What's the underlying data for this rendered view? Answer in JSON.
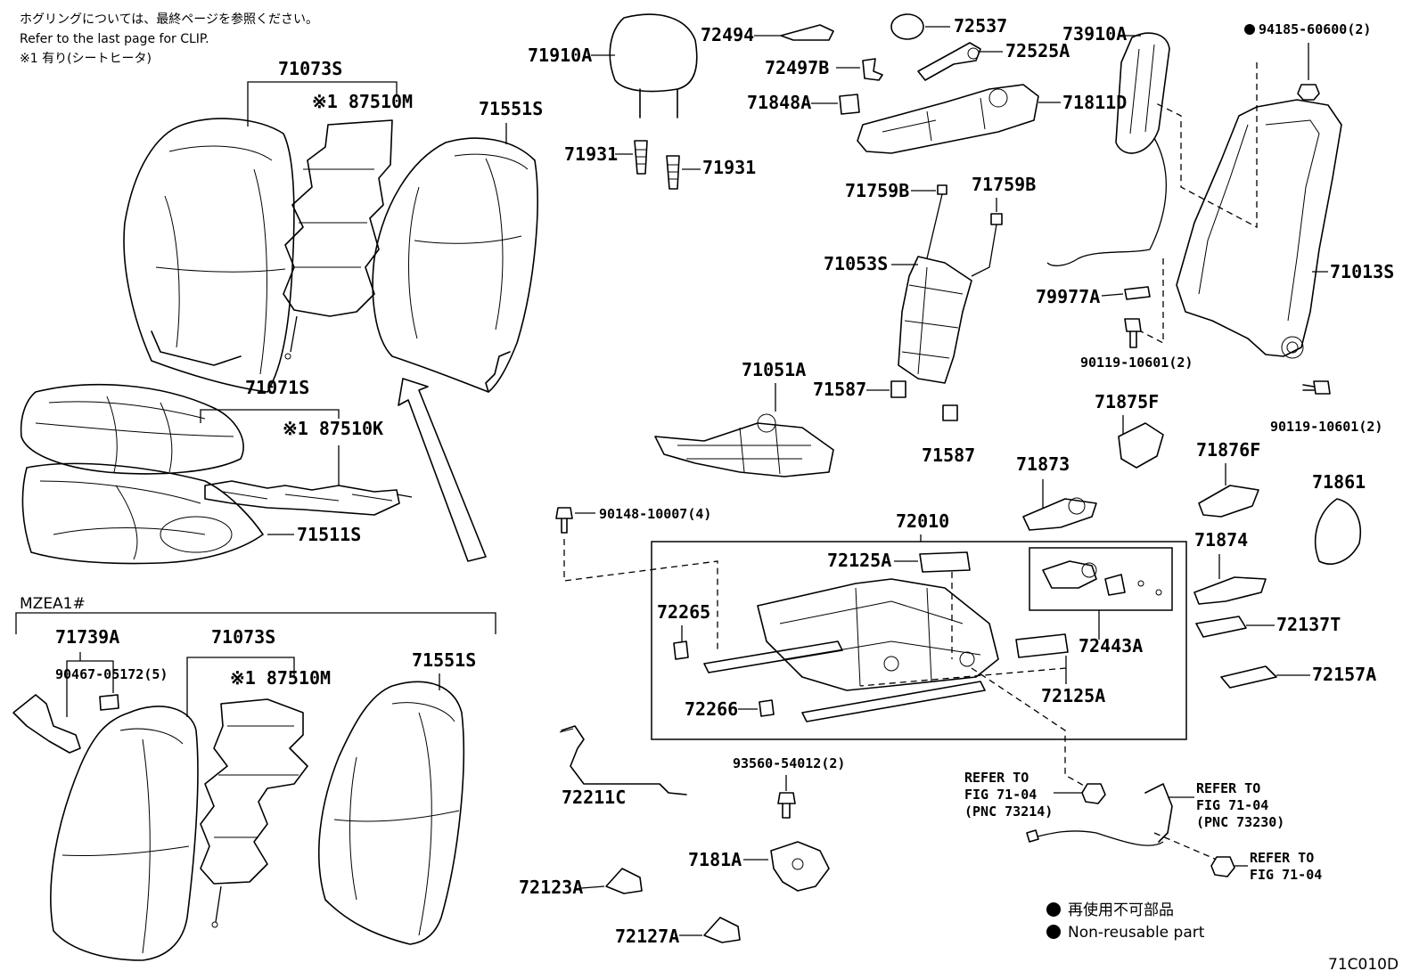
{
  "diagram_id": "71C010D",
  "notes": {
    "clip_note_jp": "ホグリングについては、最終ページを参照ください。",
    "clip_note_en": "Refer to the last page for CLIP.",
    "footnote_1": "※1 有り(シートヒータ)"
  },
  "variant_label": "MZEA1#",
  "legend": {
    "non_reusable_jp": "再使用不可部品",
    "non_reusable_en": "Non-reusable part"
  },
  "labels": {
    "p71073S_top": "71073S",
    "p87510M_top": "※1 87510M",
    "p71551S_top": "71551S",
    "p71071S": "71071S",
    "p87510K": "※1 87510K",
    "p71511S": "71511S",
    "p71739A": "71739A",
    "p90467": "90467-05172(5)",
    "p71073S_bot": "71073S",
    "p87510M_bot": "※1 87510M",
    "p71551S_bot": "71551S",
    "p71910A": "71910A",
    "p71931a": "71931",
    "p71931b": "71931",
    "p72494": "72494",
    "p72537": "72537",
    "p72497B": "72497B",
    "p72525A": "72525A",
    "p71848A": "71848A",
    "p71811D": "71811D",
    "p73910A": "73910A",
    "p94185": "94185-60600(2)",
    "p71759Ba": "71759B",
    "p71759Bb": "71759B",
    "p71053S": "71053S",
    "p71013S": "71013S",
    "p79977A": "79977A",
    "p90119a": "90119-10601(2)",
    "p90119b": "90119-10601(2)",
    "p71051A": "71051A",
    "p71587a": "71587",
    "p71587b": "71587",
    "p71875F": "71875F",
    "p71873": "71873",
    "p71876F": "71876F",
    "p71861": "71861",
    "p90148": "90148-10007(4)",
    "p72010": "72010",
    "p72125Aa": "72125A",
    "p72265": "72265",
    "p72443A": "72443A",
    "p72125Ab": "72125A",
    "p72266": "72266",
    "p71874": "71874",
    "p72137T": "72137T",
    "p72157A": "72157A",
    "p72211C": "72211C",
    "p93560": "93560-54012(2)",
    "p7181A": "7181A",
    "p72123A": "72123A",
    "p72127A": "72127A"
  },
  "refer": {
    "r1_l1": "REFER TO",
    "r1_l2": "FIG 71-04",
    "r1_l3": "(PNC 73214)",
    "r2_l1": "REFER TO",
    "r2_l2": "FIG 71-04",
    "r2_l3": "(PNC 73230)",
    "r3_l1": "REFER TO",
    "r3_l2": "FIG 71-04"
  }
}
